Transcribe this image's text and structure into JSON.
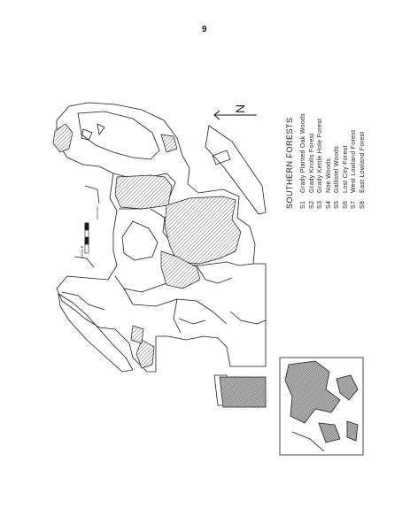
{
  "page": {
    "number": "9"
  },
  "map": {
    "north_label": "N",
    "scale_label": "SCALE",
    "scale_units": "1000 FEET",
    "colors": {
      "ink": "#1a1a1a",
      "paper": "#ffffff",
      "hatch": "#7a7a7a"
    }
  },
  "legend": {
    "title": "SOUTHERN FORESTS",
    "items": [
      {
        "code": "S1",
        "label": "Grady Planted Oak Woods"
      },
      {
        "code": "S2",
        "label": "Grady Knolls Forest"
      },
      {
        "code": "S3",
        "label": "Grady Kettle Hole Forest"
      },
      {
        "code": "S4",
        "label": "Noe Woods"
      },
      {
        "code": "S5",
        "label": "Gallistel Woods"
      },
      {
        "code": "S6",
        "label": "Lost City Forest"
      },
      {
        "code": "S7",
        "label": "West Lowland Forest"
      },
      {
        "code": "S8",
        "label": "East Lowland Forest"
      }
    ]
  }
}
